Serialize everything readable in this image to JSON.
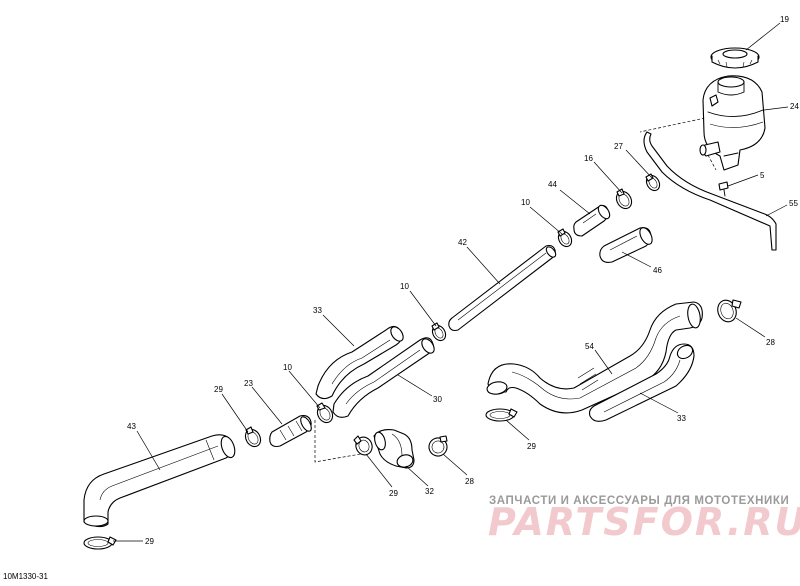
{
  "figure_ref": "10M1330-31",
  "watermark": {
    "tagline": "ЗАПЧАСТИ И АКСЕССУАРЫ ДЛЯ МОТОТЕХНИКИ",
    "logo": "PARTSFOR.RU"
  },
  "callouts": [
    {
      "id": "19",
      "part": "cap"
    },
    {
      "id": "24",
      "part": "coolant-tank"
    },
    {
      "id": "5",
      "part": "screw"
    },
    {
      "id": "55",
      "part": "overflow-hose"
    },
    {
      "id": "27",
      "part": "clamp"
    },
    {
      "id": "16",
      "part": "clamp"
    },
    {
      "id": "44",
      "part": "short-hose"
    },
    {
      "id": "10",
      "part": "clamp"
    },
    {
      "id": "46",
      "part": "sleeve"
    },
    {
      "id": "42",
      "part": "long-pipe"
    },
    {
      "id": "10",
      "part": "clamp"
    },
    {
      "id": "33",
      "part": "curved-hose"
    },
    {
      "id": "10",
      "part": "clamp"
    },
    {
      "id": "30",
      "part": "curved-hose"
    },
    {
      "id": "23",
      "part": "connector"
    },
    {
      "id": "29",
      "part": "clamp"
    },
    {
      "id": "43",
      "part": "radiator-hose"
    },
    {
      "id": "29",
      "part": "clamp"
    },
    {
      "id": "29",
      "part": "clamp"
    },
    {
      "id": "32",
      "part": "elbow"
    },
    {
      "id": "28",
      "part": "clamp"
    },
    {
      "id": "54",
      "part": "return-hose"
    },
    {
      "id": "28",
      "part": "clamp"
    },
    {
      "id": "29",
      "part": "clamp"
    },
    {
      "id": "33",
      "part": "curved-hose"
    }
  ]
}
